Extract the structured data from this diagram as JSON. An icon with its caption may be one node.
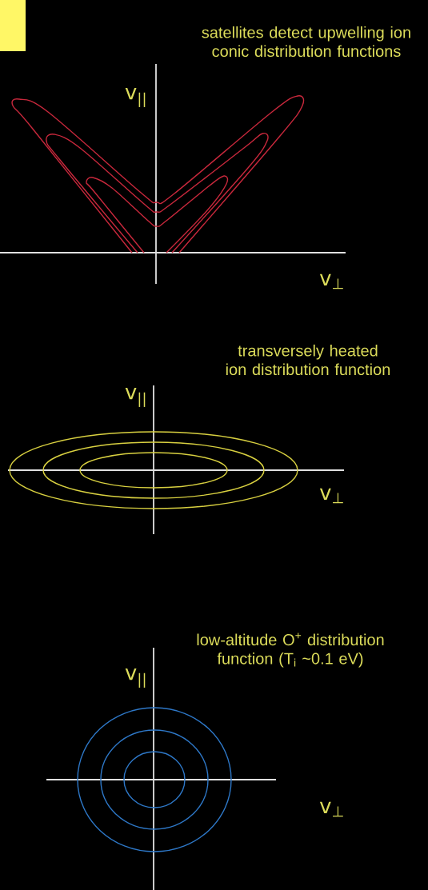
{
  "diagram": {
    "labels": [
      "satellites detect upwelling ion conic distribution functions",
      "v$_{||}$",
      "v$_{⊥}$",
      "transversely heated ion distribution function",
      "v$_{||}$",
      "v$_{⊥}$",
      "low-altitude O$^{+}$ distribution function (T$_{i}$ ~0.1 eV)",
      "v$_{||}$",
      "v$_{⊥}$"
    ]
  }
}
